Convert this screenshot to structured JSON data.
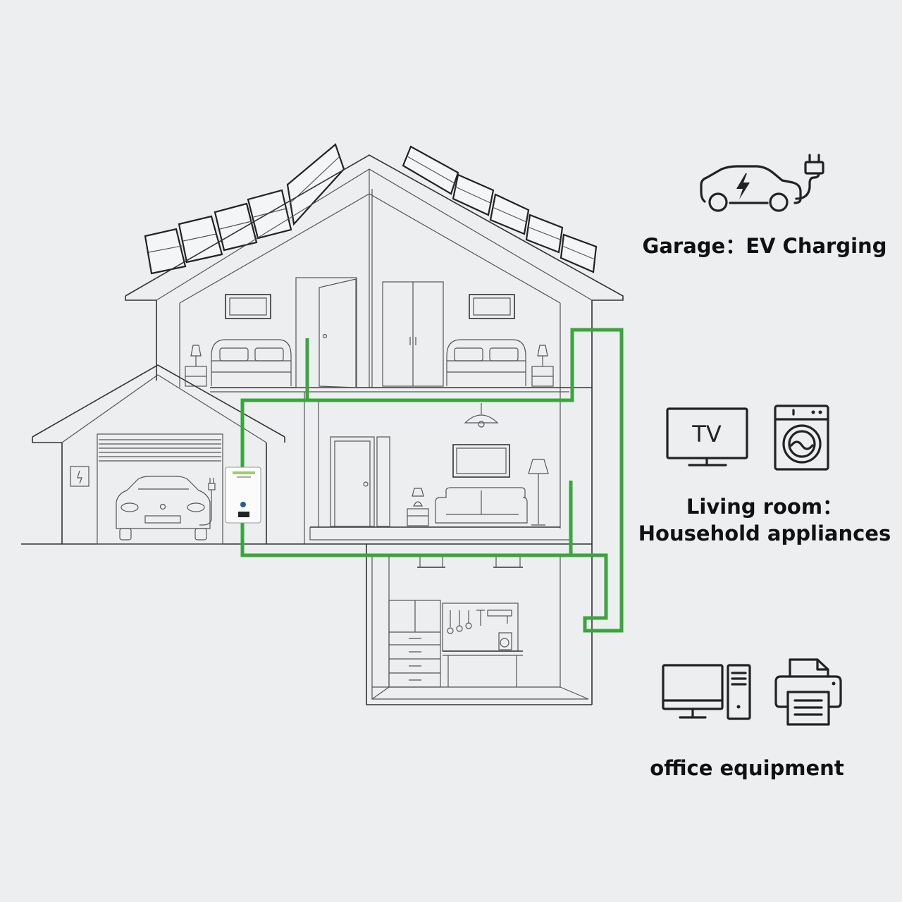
{
  "labels": {
    "garage": "Garage：EV Charging",
    "living_line1": "Living room：",
    "living_line2": "Household appliances",
    "office": "office equipment",
    "tv_icon_text": "TV"
  },
  "icons": {
    "ev": "electric-car-plug-icon",
    "tv": "tv-icon",
    "washer": "washing-machine-icon",
    "computer": "desktop-computer-icon",
    "printer": "printer-icon"
  },
  "colors": {
    "wire": "#3aa53c",
    "background": "#eceef0",
    "line": "#333333"
  }
}
